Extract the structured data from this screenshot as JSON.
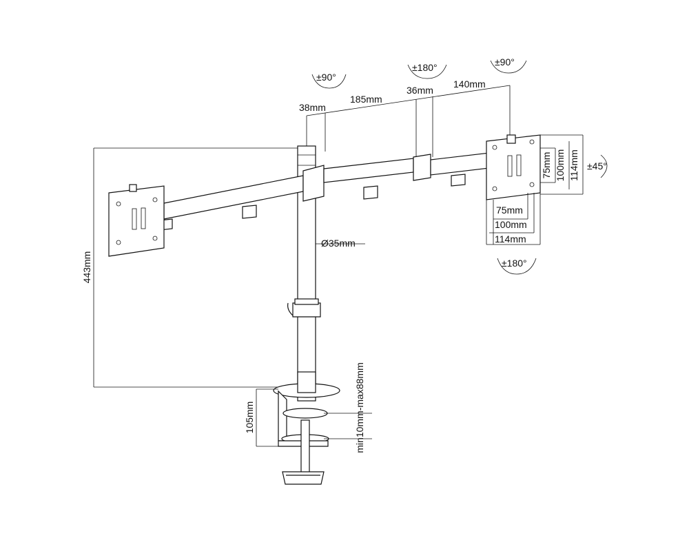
{
  "dimensions": {
    "offset_38": "38mm",
    "arm_185": "185mm",
    "joint_36": "36mm",
    "arm_140": "140mm",
    "pole_height": "443mm",
    "pole_diameter": "Ø35mm",
    "clamp_depth": "105mm",
    "clamp_range": "min10mm-max88mm",
    "vesa_h_75": "75mm",
    "vesa_h_100": "100mm",
    "vesa_h_114": "114mm",
    "vesa_v_75": "75mm",
    "vesa_v_100": "100mm",
    "vesa_v_114": "114mm"
  },
  "rotations": {
    "arm_base": "±90°",
    "arm_elbow": "±180°",
    "head_swivel": "±90°",
    "tilt": "±45°",
    "rotate": "±180°"
  }
}
